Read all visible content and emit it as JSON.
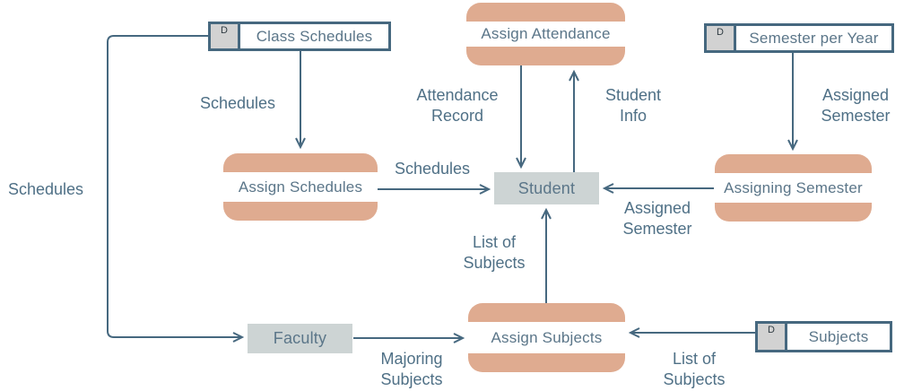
{
  "diagram": {
    "type": "data-flow-diagram",
    "colors": {
      "process_fill": "#DFAB90",
      "entity_fill": "#CDD4D4",
      "datastore_tab_fill": "#D2D2D2",
      "line": "#46687F",
      "text": "#4F7086"
    },
    "processes": [
      {
        "id": "assign-attendance",
        "label": "Assign Attendance"
      },
      {
        "id": "assign-schedules",
        "label": "Assign Schedules"
      },
      {
        "id": "assigning-semester",
        "label": "Assigning Semester"
      },
      {
        "id": "assign-subjects",
        "label": "Assign Subjects"
      }
    ],
    "entities": [
      {
        "id": "student",
        "label": "Student"
      },
      {
        "id": "faculty",
        "label": "Faculty"
      }
    ],
    "datastores": [
      {
        "id": "class-schedules",
        "tag": "D",
        "label": "Class Schedules"
      },
      {
        "id": "semester-per-year",
        "tag": "D",
        "label": "Semester per Year"
      },
      {
        "id": "subjects",
        "tag": "D",
        "label": "Subjects"
      }
    ],
    "flows": [
      {
        "from": "class-schedules",
        "to": "assign-schedules",
        "label": "Schedules"
      },
      {
        "from": "class-schedules",
        "to": "faculty",
        "label": "Schedules"
      },
      {
        "from": "assign-schedules",
        "to": "student",
        "label": "Schedules"
      },
      {
        "from": "assign-attendance",
        "to": "student",
        "label": "Attendance\nRecord"
      },
      {
        "from": "student",
        "to": "assign-attendance",
        "label": "Student\nInfo"
      },
      {
        "from": "semester-per-year",
        "to": "assigning-semester",
        "label": "Assigned\nSemester"
      },
      {
        "from": "assigning-semester",
        "to": "student",
        "label": "Assigned\nSemester"
      },
      {
        "from": "assign-subjects",
        "to": "student",
        "label": "List of\nSubjects"
      },
      {
        "from": "faculty",
        "to": "assign-subjects",
        "label": "Majoring\nSubjects"
      },
      {
        "from": "subjects",
        "to": "assign-subjects",
        "label": "List of\nSubjects"
      }
    ]
  }
}
